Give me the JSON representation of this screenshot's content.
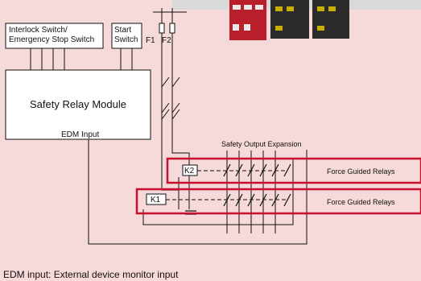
{
  "interlock_box": {
    "line1": "Interlock Switch/",
    "line2": "Emergency Stop Switch"
  },
  "start_box": {
    "line1": "Start",
    "line2": "Switch"
  },
  "fuses": {
    "f1": "F1",
    "f2": "F2"
  },
  "module": {
    "title": "Safety Relay Module",
    "edm": "EDM Input"
  },
  "expansion": {
    "title": "Safety Output Expansion"
  },
  "relays": {
    "k1": "K1",
    "k2": "K2",
    "label_top": "Force Guided Relays",
    "label_bottom": "Force Guided Relays"
  },
  "caption": "EDM input: External device monitor input",
  "colors": {
    "background": "#f6d9d9",
    "highlight": "#c8102e",
    "product_red": "#b81f2b"
  }
}
